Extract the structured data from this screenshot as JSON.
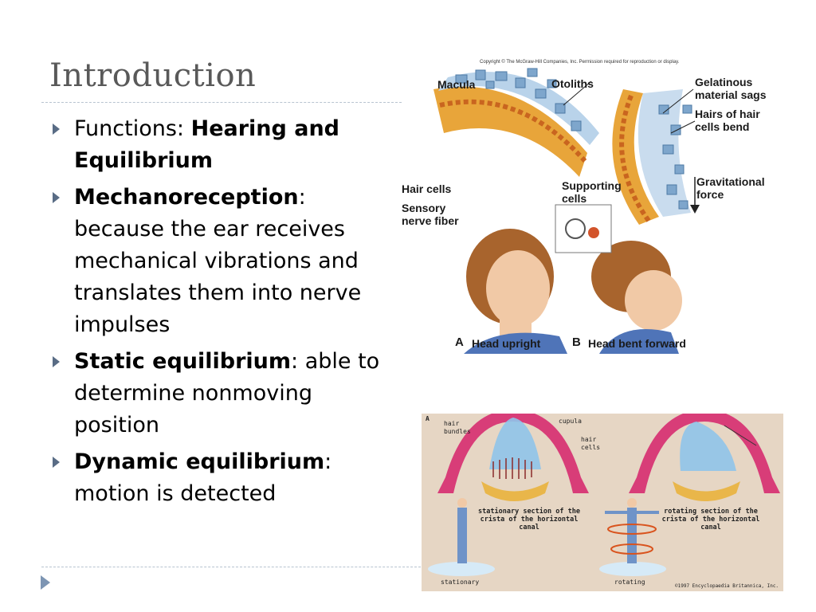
{
  "slide": {
    "title": "Introduction",
    "bullets": [
      {
        "bold": "",
        "normal": "Functions: ",
        "bold_after": "Hearing and Equilibrium"
      },
      {
        "bold": "Mechanoreception",
        "normal": ": because the ear receives mechanical vibrations and translates them into nerve impulses"
      },
      {
        "bold": "Static equilibrium",
        "normal": ": able to determine nonmoving position"
      },
      {
        "bold": "Dynamic equilibrium",
        "normal": ": motion is detected"
      }
    ]
  },
  "figure_macula": {
    "copyright": "Copyright © The McGraw-Hill Companies, Inc. Permission required for reproduction or display.",
    "labels": {
      "macula": "Macula",
      "otoliths": "Otoliths",
      "gelatinous": "Gelatinous material sags",
      "hairs": "Hairs of hair cells bend",
      "hair_cells": "Hair cells",
      "supporting": "Supporting cells",
      "sensory": "Sensory nerve fiber",
      "gravitational": "Gravitational force",
      "head_a_letter": "A",
      "head_a": "Head upright",
      "head_b_letter": "B",
      "head_b": "Head bent forward"
    }
  },
  "figure_crista": {
    "panel_letter": "A",
    "labels": {
      "hair_bundles": "hair bundles",
      "cupula": "cupula",
      "hair_cells": "hair cells",
      "stationary_section": "stationary section of the crista of the horizontal canal",
      "rotating_section": "rotating section of the crista of the horizontal canal",
      "stationary": "stationary",
      "rotating": "rotating",
      "copyright": "©1997 Encyclopaedia Britannica, Inc."
    }
  }
}
